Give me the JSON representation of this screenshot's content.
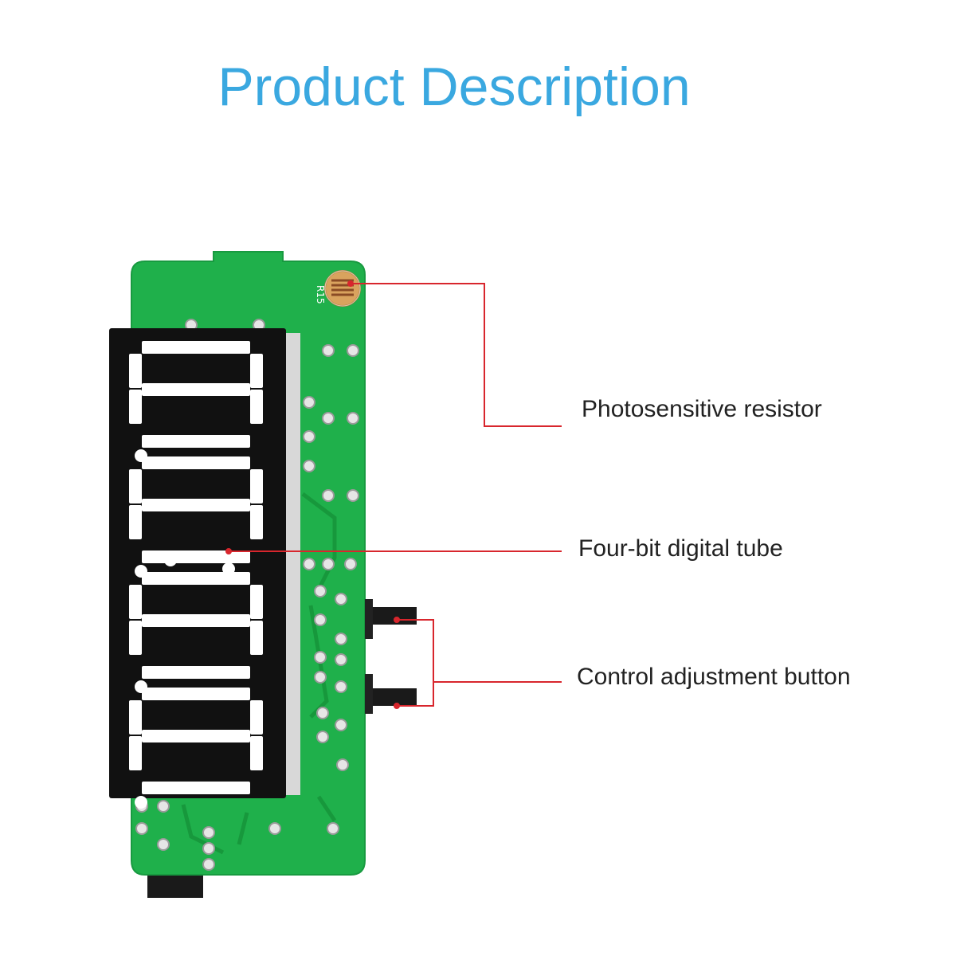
{
  "title": "Product Description",
  "board": {
    "silkscreen": "R15",
    "display_digits": 4,
    "board_color": "#1fb04b",
    "display_color": "#111111",
    "segment_color": "#ffffff"
  },
  "callouts": [
    {
      "label": "Photosensitive resistor"
    },
    {
      "label": "Four-bit digital tube"
    },
    {
      "label": "Control adjustment button"
    }
  ],
  "accent_color": "#3aa8e0",
  "leader_line_color": "#d8262d"
}
